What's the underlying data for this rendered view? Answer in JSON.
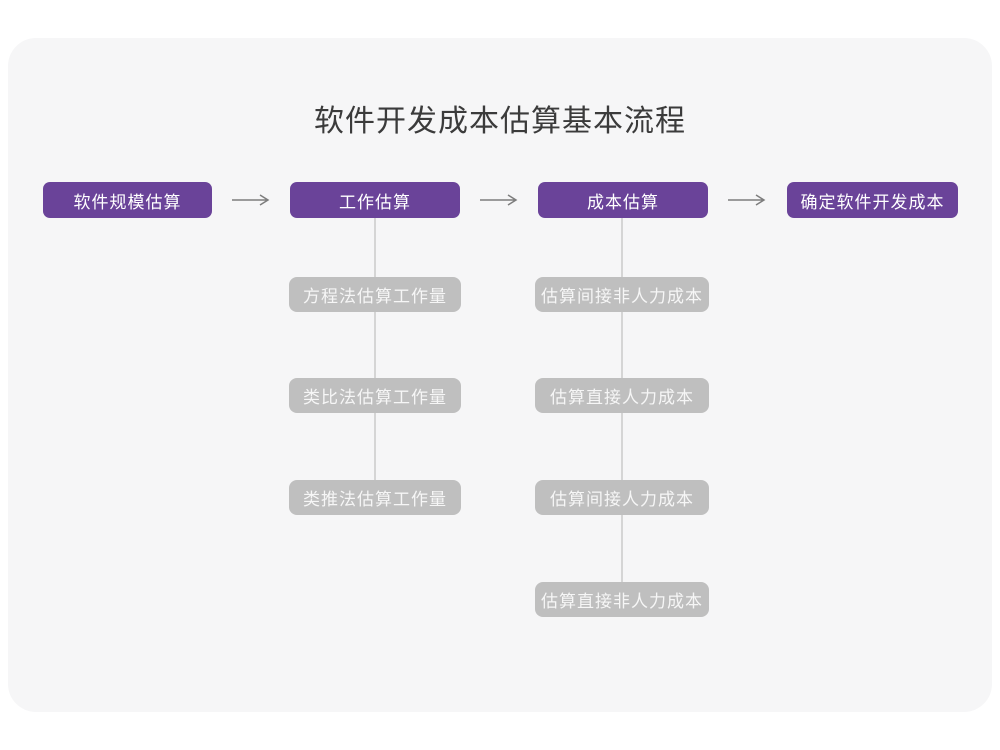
{
  "title": "软件开发成本估算基本流程",
  "colors": {
    "primary_node": "#6A4399",
    "secondary_node": "#BFBFBF",
    "card_background": "#F6F6F7",
    "page_background": "#FFFFFF",
    "arrow": "#7D7D7D",
    "connector": "#D5D5D5",
    "title_text": "#3B3B3B",
    "node_text": "#FFFFFF"
  },
  "flow": {
    "nodes": [
      {
        "label": "软件规模估算"
      },
      {
        "label": "工作估算"
      },
      {
        "label": "成本估算"
      },
      {
        "label": "确定软件开发成本"
      }
    ]
  },
  "branches": [
    {
      "parent": "工作估算",
      "children": [
        "方程法估算工作量",
        "类比法估算工作量",
        "类推法估算工作量"
      ]
    },
    {
      "parent": "成本估算",
      "children": [
        "估算间接非人力成本",
        "估算直接人力成本",
        "估算间接人力成本",
        "估算直接非人力成本"
      ]
    }
  ]
}
